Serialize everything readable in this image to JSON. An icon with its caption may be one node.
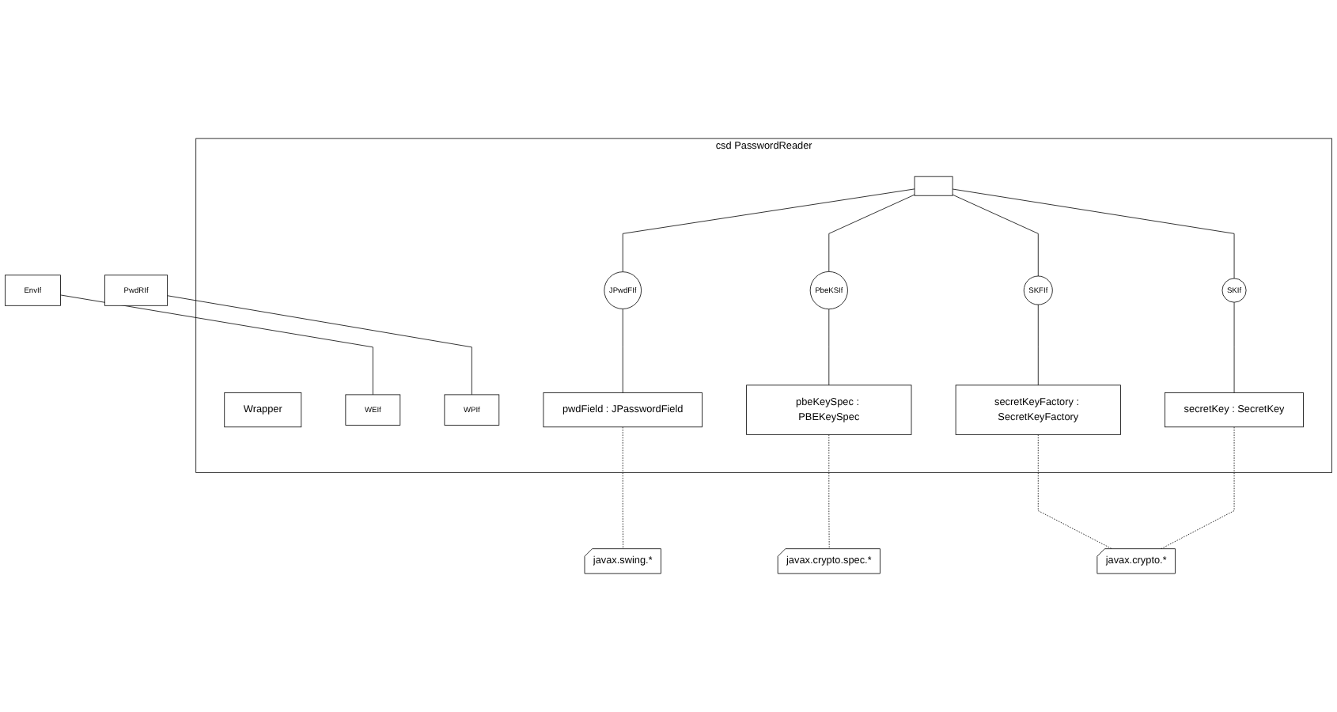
{
  "diagram": {
    "nodes": [
      {
        "text": [
          "csd PasswordReader"
        ]
      },
      {
        "text": [
          "EnvIf"
        ]
      },
      {
        "text": [
          "PwdRIf"
        ]
      },
      {
        "text": [
          "Wrapper"
        ],
        "in": 0
      },
      {
        "text": [
          "WEIf"
        ],
        "in": 0
      },
      {
        "text": [
          "WPIf"
        ],
        "in": 0
      },
      {
        "text": [],
        "shape": "box",
        "in": 0
      },
      {
        "text": [
          "JPwdFIf"
        ],
        "in": 0
      },
      {
        "text": [
          "PbeKSIf"
        ],
        "in": 0
      },
      {
        "text": [
          "SKFIf"
        ],
        "in": 0
      },
      {
        "text": [
          "SKIf"
        ],
        "in": 0
      },
      {
        "text": [
          "pwdField : JPasswordField"
        ],
        "in": 0
      },
      {
        "text": [
          "pbeKeySpec : PBEKeySpec"
        ],
        "in": 0
      },
      {
        "text": [
          "secretKeyFactory : SecretKeyFactory"
        ],
        "in": 0
      },
      {
        "text": [
          "secretKey : SecretKey"
        ],
        "in": 0
      },
      {
        "text": [
          "javax.swing.*"
        ]
      },
      {
        "text": [
          "javax.crypto.spec.*"
        ]
      },
      {
        "text": [
          "javax.crypto.*"
        ]
      }
    ],
    "edges": [
      {
        "from": 1,
        "to": 4,
        "arrow": "none"
      },
      {
        "from": 2,
        "to": 5,
        "arrow": "none"
      },
      {
        "from": 6,
        "to": 7,
        "arrow": "none"
      },
      {
        "from": 6,
        "to": 8,
        "arrow": "none"
      },
      {
        "from": 6,
        "to": 9,
        "arrow": "none"
      },
      {
        "from": 6,
        "to": 10,
        "arrow": "none"
      },
      {
        "from": 7,
        "to": 11,
        "arrow": "none"
      },
      {
        "from": 8,
        "to": 12,
        "arrow": "none"
      },
      {
        "from": 9,
        "to": 13,
        "arrow": "none"
      },
      {
        "from": 10,
        "to": 14,
        "arrow": "none"
      },
      {
        "from": 11,
        "to": 15,
        "arrow": "none",
        "style": "dashed"
      },
      {
        "from": 12,
        "to": 16,
        "arrow": "none",
        "style": "dashed"
      },
      {
        "from": 13,
        "to": 17,
        "arrow": "none",
        "style": "dashed"
      },
      {
        "from": 14,
        "to": 17,
        "arrow": "none",
        "style": "dashed"
      }
    ]
  }
}
